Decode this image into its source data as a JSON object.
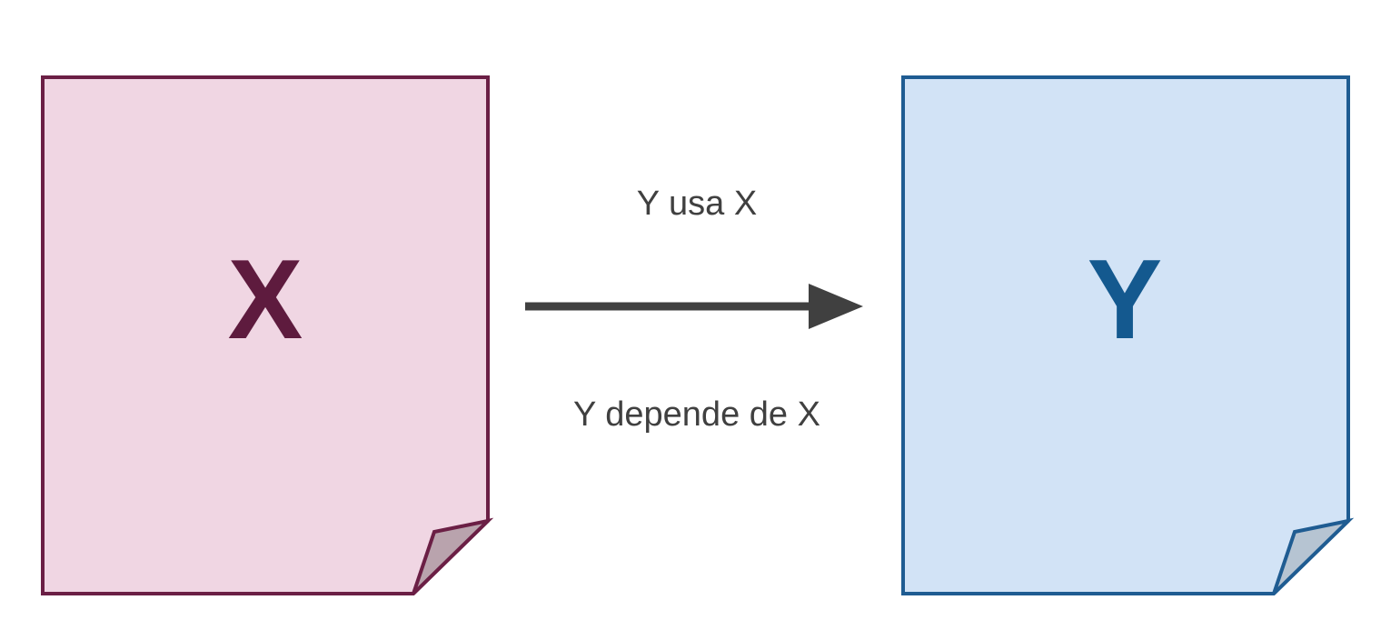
{
  "diagram": {
    "type": "dependency-diagram",
    "background_color": "#ffffff",
    "nodes": [
      {
        "id": "x",
        "label": "X",
        "shape": "document-folded-corner",
        "fill_color": "#f0d6e3",
        "border_color": "#6b1f45",
        "fold_color": "#b9a3ad",
        "text_color": "#5e1b3e"
      },
      {
        "id": "y",
        "label": "Y",
        "shape": "document-folded-corner",
        "fill_color": "#d2e3f6",
        "border_color": "#1f5c92",
        "fold_color": "#b6c4d2",
        "text_color": "#14598f"
      }
    ],
    "edge": {
      "from": "x",
      "to": "y",
      "direction": "right",
      "color": "#404040",
      "label_above": "Y usa X",
      "label_below": "Y depende de X"
    }
  }
}
